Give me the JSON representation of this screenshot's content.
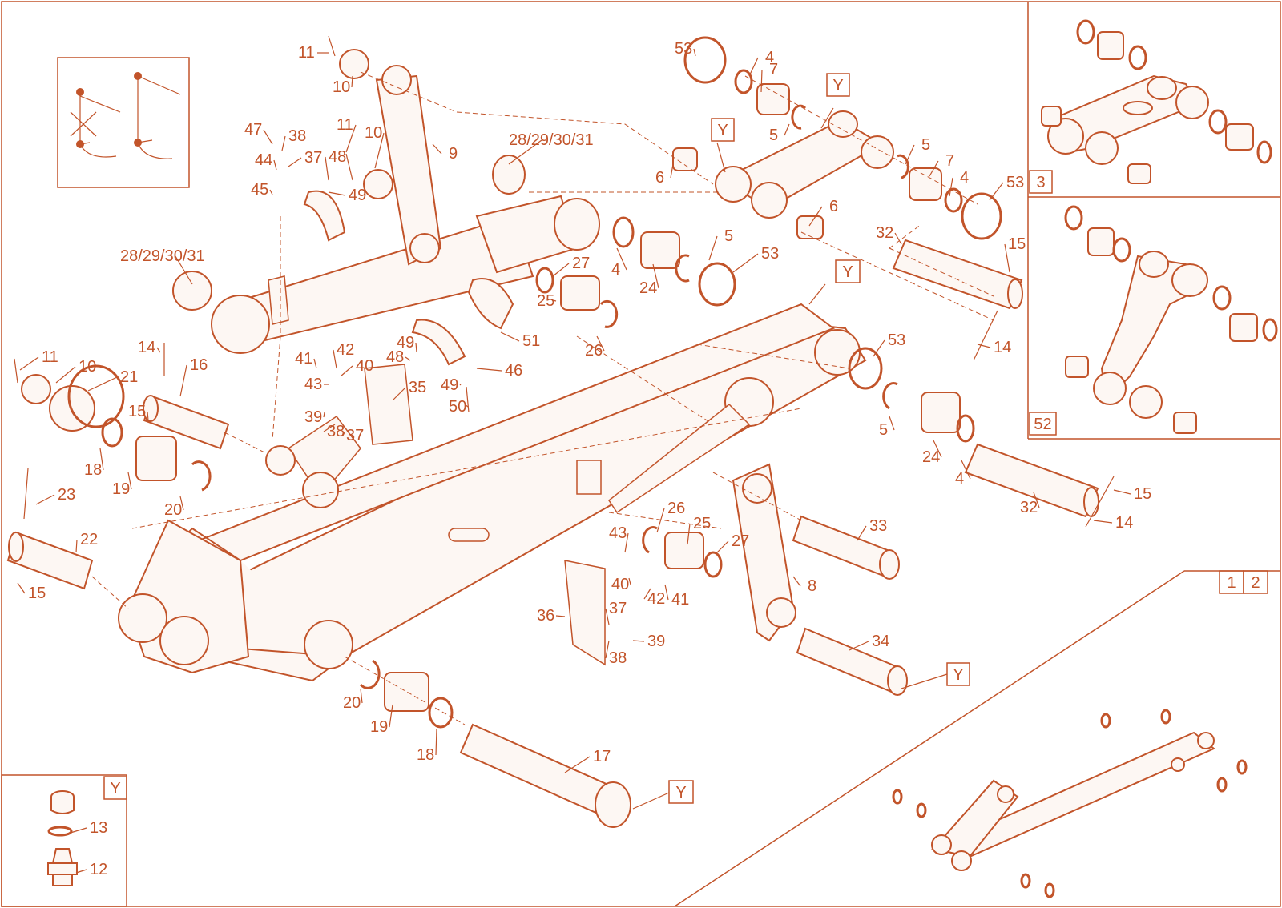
{
  "colors": {
    "line": "#c2542a",
    "fill": "#fdf7f3",
    "background": "#ffffff"
  },
  "legend_icon": "pin-retainer-legend-icon",
  "callouts": [
    {
      "t": "11"
    },
    {
      "t": "10"
    },
    {
      "t": "11"
    },
    {
      "t": "10"
    },
    {
      "t": "9"
    },
    {
      "t": "47"
    },
    {
      "t": "38"
    },
    {
      "t": "44"
    },
    {
      "t": "37"
    },
    {
      "t": "48"
    },
    {
      "t": "45"
    },
    {
      "t": "49"
    },
    {
      "t": "28/29/30/31"
    },
    {
      "t": "28/29/30/31"
    },
    {
      "t": "53"
    },
    {
      "t": "4"
    },
    {
      "t": "7"
    },
    {
      "t": "5"
    },
    {
      "t": "6"
    },
    {
      "t": "5"
    },
    {
      "t": "7"
    },
    {
      "t": "4"
    },
    {
      "t": "53"
    },
    {
      "t": "6"
    },
    {
      "t": "32"
    },
    {
      "t": "15"
    },
    {
      "t": "27"
    },
    {
      "t": "4"
    },
    {
      "t": "24"
    },
    {
      "t": "5"
    },
    {
      "t": "53"
    },
    {
      "t": "25"
    },
    {
      "t": "26"
    },
    {
      "t": "51"
    },
    {
      "t": "49"
    },
    {
      "t": "48"
    },
    {
      "t": "46"
    },
    {
      "t": "49"
    },
    {
      "t": "50"
    },
    {
      "t": "35"
    },
    {
      "t": "41"
    },
    {
      "t": "42"
    },
    {
      "t": "40"
    },
    {
      "t": "43"
    },
    {
      "t": "39"
    },
    {
      "t": "38"
    },
    {
      "t": "37"
    },
    {
      "t": "14"
    },
    {
      "t": "11"
    },
    {
      "t": "10"
    },
    {
      "t": "14"
    },
    {
      "t": "16"
    },
    {
      "t": "21"
    },
    {
      "t": "15"
    },
    {
      "t": "18"
    },
    {
      "t": "19"
    },
    {
      "t": "20"
    },
    {
      "t": "23"
    },
    {
      "t": "22"
    },
    {
      "t": "15"
    },
    {
      "t": "53"
    },
    {
      "t": "5"
    },
    {
      "t": "24"
    },
    {
      "t": "4"
    },
    {
      "t": "32"
    },
    {
      "t": "15"
    },
    {
      "t": "14"
    },
    {
      "t": "26"
    },
    {
      "t": "25"
    },
    {
      "t": "27"
    },
    {
      "t": "43"
    },
    {
      "t": "40"
    },
    {
      "t": "42"
    },
    {
      "t": "41"
    },
    {
      "t": "36"
    },
    {
      "t": "37"
    },
    {
      "t": "38"
    },
    {
      "t": "39"
    },
    {
      "t": "33"
    },
    {
      "t": "8"
    },
    {
      "t": "34"
    },
    {
      "t": "20"
    },
    {
      "t": "19"
    },
    {
      "t": "18"
    },
    {
      "t": "17"
    },
    {
      "t": "13"
    },
    {
      "t": "12"
    }
  ],
  "detail_labels": [
    {
      "t": "Y"
    },
    {
      "t": "Y"
    },
    {
      "t": "Y"
    },
    {
      "t": "Y"
    },
    {
      "t": "Y"
    },
    {
      "t": "Y"
    },
    {
      "t": "3"
    },
    {
      "t": "52"
    },
    {
      "t": "1"
    },
    {
      "t": "2"
    }
  ]
}
